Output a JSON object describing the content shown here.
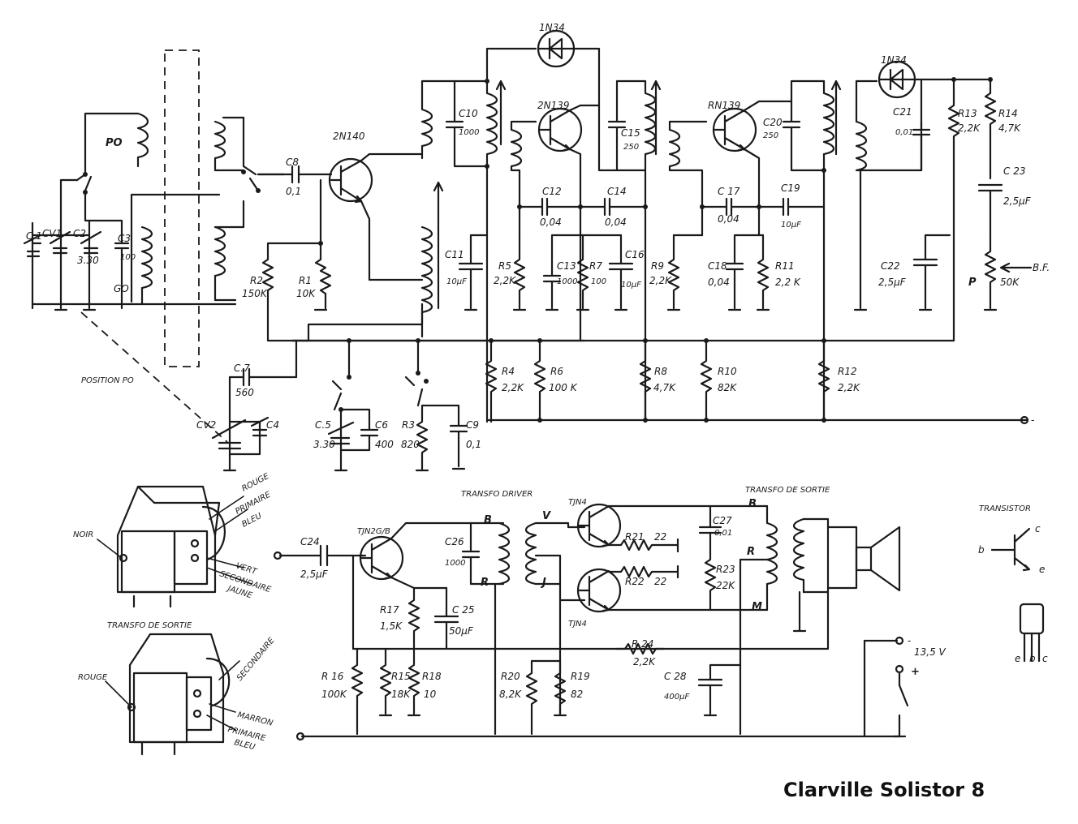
{
  "title": "Clarville Solistor 8",
  "transistors": {
    "q1": "2N140",
    "q2": "2N139",
    "q3": "RN139",
    "q4": "TJN2G/B",
    "q5": "TJN4",
    "q6": "TJN4"
  },
  "diodes": {
    "d1": "1N34",
    "d2": "1N34"
  },
  "labels": {
    "po": "PO",
    "go": "GO",
    "position_po": "POSITION PO",
    "transfo_driver": "TRANSFO DRIVER",
    "transfo_sortie": "TRANSFO DE SORTIE",
    "transfo_sortie_2": "TRANSFO DE SORTIE",
    "transistor_legend": "TRANSISTOR",
    "bf": "B.F.",
    "p": "P",
    "supply": "13,5 V",
    "minus": "-",
    "plus": "+",
    "pin_b1": "B",
    "pin_r1": "R",
    "pin_v": "V",
    "pin_j": "J",
    "pin_b2": "B",
    "pin_r2": "R",
    "pin_m": "M",
    "leg_b": "b",
    "leg_c": "c",
    "leg_e": "e",
    "leg_e2": "e",
    "leg_b2": "b",
    "leg_c2": "c"
  },
  "transformer_drawings": {
    "driver": {
      "noir": "NOIR",
      "rouge": "ROUGE",
      "primaire": "PRIMAIRE",
      "bleu": "BLEU",
      "vert": "VERT",
      "secondaire": "SECONDAIRE",
      "jaune": "JAUNE"
    },
    "output": {
      "title": "TRANSFO DE SORTIE",
      "rouge": "ROUGE",
      "secondaire": "SECONDAIRE",
      "marron": "MARRON",
      "primaire": "PRIMAIRE",
      "bleu": "BLEU"
    }
  },
  "components": {
    "c1": "C 1",
    "cv1": "CV1",
    "c2": "C2",
    "c2v": "3.30",
    "c3": "C3",
    "c3v": "100",
    "c8": "C8",
    "c8v": "0,1",
    "r2": "R2",
    "r2v": "150K",
    "r1": "R1",
    "r1v": "10K",
    "c7": "C.7",
    "c7v": "560",
    "cv2": "CV2",
    "c4": "C4",
    "c5": "C.5",
    "c5v": "3.30",
    "c6": "C6",
    "c6v": "400",
    "r3": "R3",
    "r3v": "820",
    "c9": "C9",
    "c9v": "0,1",
    "c10": "C10",
    "c10v": "1000",
    "c11": "C11",
    "c11v": "10µF",
    "r4": "R4",
    "r4v": "2,2K",
    "c12": "C12",
    "c12v": "0,04",
    "r5": "R5",
    "r5v": "2,2K",
    "c13": "C13",
    "c13v": "1000",
    "r6": "R6",
    "r6v": "100 K",
    "r7": "R7",
    "r7v": "100",
    "c14": "C14",
    "c14v": "0,04",
    "c15": "C15",
    "c15v": "250",
    "c16": "C16",
    "c16v": "10µF",
    "r8": "R8",
    "r8v": "4,7K",
    "c17": "C 17",
    "c17v": "0,04",
    "c18": "C18",
    "c18v": "0,04",
    "r9": "R9",
    "r9v": "2,2K",
    "r10": "R10",
    "r10v": "82K",
    "c19": "C19",
    "c19v": "10µF",
    "c20": "C20",
    "c20v": "250",
    "r11": "R11",
    "r11v": "2,2 K",
    "r12": "R12",
    "r12v": "2,2K",
    "c21": "C21",
    "c21v": "0,01",
    "c22": "C22",
    "c22v": "2,5µF",
    "r13": "R13",
    "r13v": "2,2K",
    "r14": "R14",
    "r14v": "4,7K",
    "c23": "C 23",
    "c23v": "2,5µF",
    "pv": "50K",
    "c24": "C24",
    "c24v": "2,5µF",
    "c25": "C 25",
    "c25v": "50µF",
    "c26": "C26",
    "c26v": "1000",
    "r16": "R 16",
    "r16v": "100K",
    "r15": "R15",
    "r15v": "18K",
    "r17": "R17",
    "r17v": "1,5K",
    "r18": "R18",
    "r18v": "10",
    "r20": "R20",
    "r20v": "8,2K",
    "r19": "R19",
    "r19v": "82",
    "r21": "R21",
    "r21v": "22",
    "r22": "R22",
    "r22v": "22",
    "c27": "C27",
    "c27v": "0,01",
    "r23": "R23",
    "r23v": "22K",
    "r24": "R 24",
    "r24v": "2,2K",
    "c28": "C 28",
    "c28v": "400µF"
  }
}
